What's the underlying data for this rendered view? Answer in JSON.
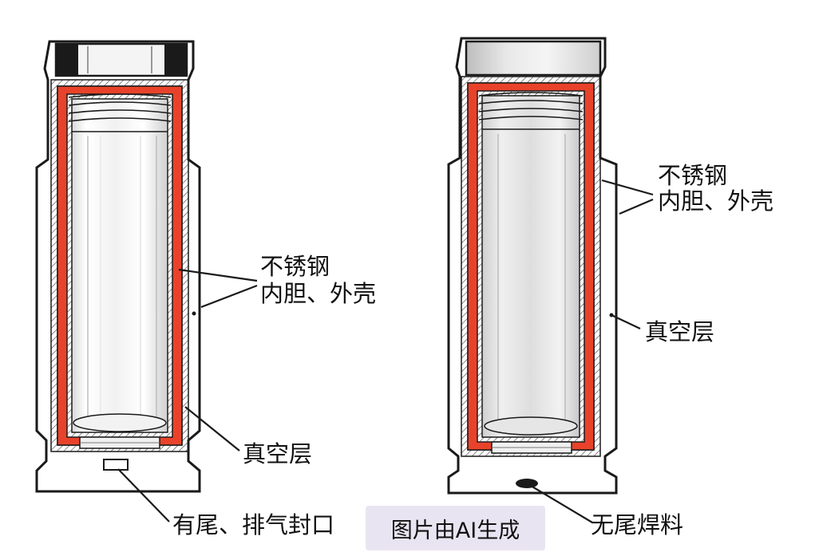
{
  "left_flask": {
    "label_steel": "不锈钢",
    "label_liner": "内胆、外壳",
    "label_vacuum": "真空层",
    "label_seal": "有尾、排气封口"
  },
  "right_flask": {
    "label_steel": "不锈钢",
    "label_liner": "内胆、外壳",
    "label_vacuum": "真空层",
    "label_seal": "无尾焊料"
  },
  "watermark": "图片由AI生成",
  "colors": {
    "insulation": "#e8432a",
    "outline": "#1a1a1a",
    "hatch": "#555555",
    "badge_bg": "#e9e4f1"
  }
}
